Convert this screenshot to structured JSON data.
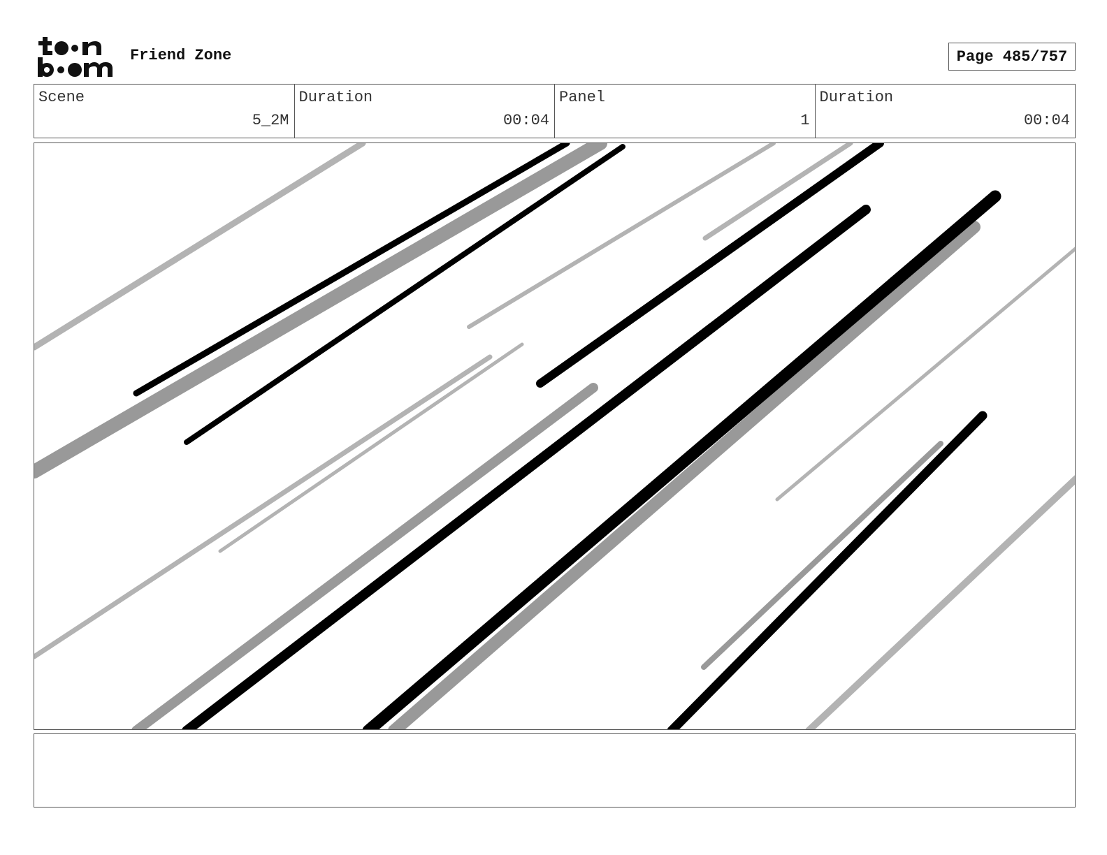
{
  "header": {
    "logo_text": "toon boom",
    "title": "Friend Zone",
    "page_label": "Page 485/757"
  },
  "info": {
    "scene_label": "Scene",
    "scene_value": "5_2M",
    "scene_duration_label": "Duration",
    "scene_duration_value": "00:04",
    "panel_label": "Panel",
    "panel_value": "1",
    "panel_duration_label": "Duration",
    "panel_duration_value": "00:04"
  },
  "panel": {
    "stroke_colors": {
      "black": "#000000",
      "dark_gray": "#999999",
      "light_gray": "#b3b3b3"
    }
  },
  "notes": {
    "text": ""
  }
}
